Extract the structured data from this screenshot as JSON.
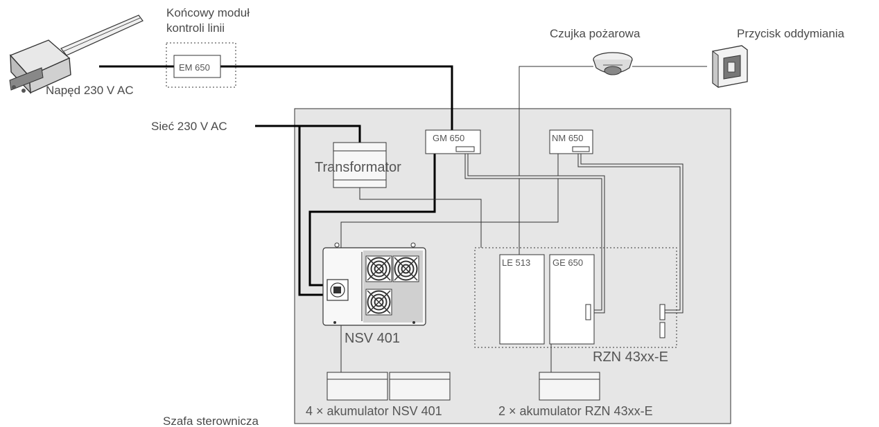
{
  "labels": {
    "end_module_line1": "Końcowy moduł",
    "end_module_line2": "kontroli linii",
    "em650": "EM 650",
    "drive": "Napęd 230 V AC",
    "mains": "Sieć 230 V AC",
    "smoke_detector": "Czujka pożarowa",
    "smoke_button": "Przycisk oddymiania",
    "gm650": "GM 650",
    "nm650": "NM 650",
    "transformer": "Transformator",
    "le513": "LE 513",
    "ge650": "GE 650",
    "nsv401": "NSV 401",
    "rzn": "RZN 43xx-E",
    "battery_nsv": "4 × akumulator NSV 401",
    "battery_rzn": "2 × akumulator RZN 43xx-E",
    "cabinet": "Szafa sterownicza"
  },
  "colors": {
    "cabinet_fill": "#e6e6e6",
    "thick_wire": "#000000",
    "thin_wire": "#333333"
  },
  "icons": {
    "drive": "linear-actuator-icon",
    "detector": "smoke-detector-icon",
    "button": "smoke-vent-button-icon",
    "fan": "fan-grille-icon",
    "switch": "main-switch-icon"
  }
}
